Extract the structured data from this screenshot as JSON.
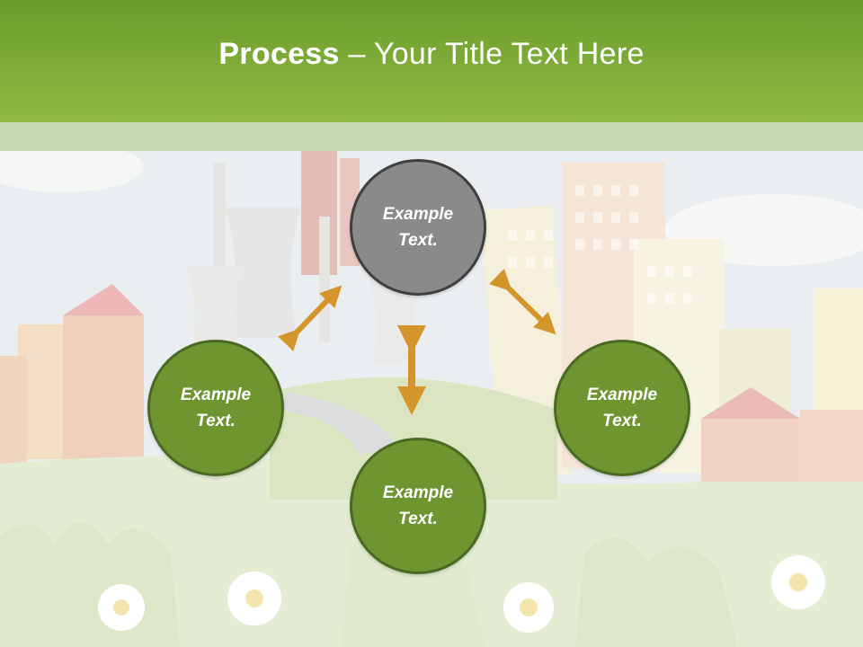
{
  "title": {
    "bold": "Process",
    "rest": " – Your Title Text Here"
  },
  "nodes": [
    {
      "id": "top",
      "line1": "Example",
      "line2": "Text."
    },
    {
      "id": "left",
      "line1": "Example",
      "line2": "Text."
    },
    {
      "id": "right",
      "line1": "Example",
      "line2": "Text."
    },
    {
      "id": "bottom",
      "line1": "Example",
      "line2": "Text."
    }
  ],
  "colors": {
    "header": "#7aa834",
    "node_green": "#6f9530",
    "node_grey": "#8a8a8a",
    "arrow": "#d4952a"
  }
}
